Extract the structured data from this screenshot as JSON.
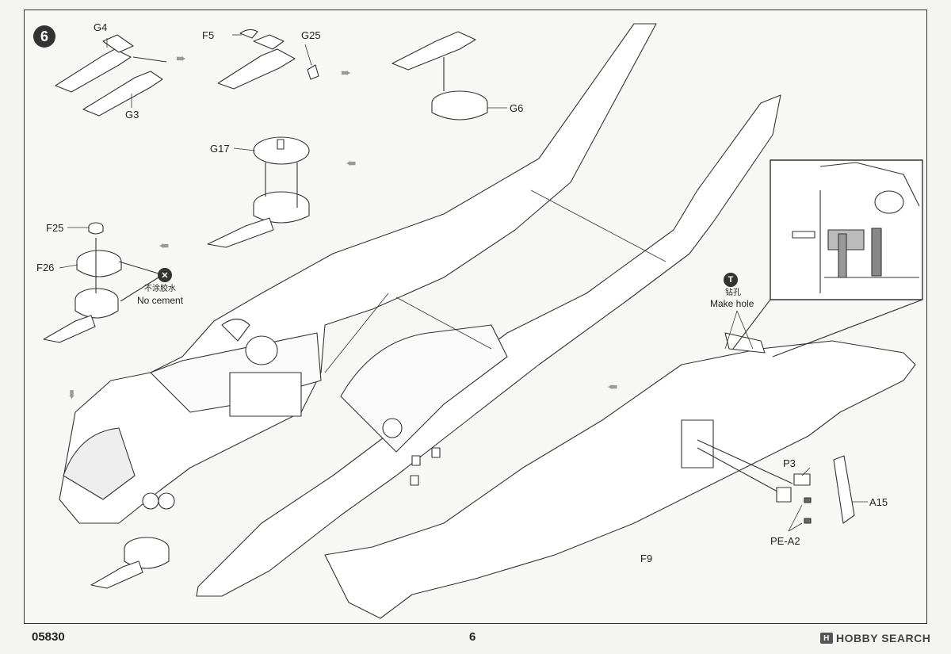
{
  "step_number": "6",
  "parts": {
    "g4": "G4",
    "g3": "G3",
    "f5": "F5",
    "g25": "G25",
    "g6": "G6",
    "g17": "G17",
    "f25": "F25",
    "f26": "F26",
    "p3": "P3",
    "a15": "A15",
    "pe_a2": "PE-A2",
    "f9": "F9"
  },
  "notes": {
    "no_cement_cn": "不涂胶水",
    "no_cement_en": "No cement",
    "make_hole_cn": "钻孔",
    "make_hole_en": "Make hole"
  },
  "footer": {
    "product_code": "05830",
    "page_number": "6",
    "brand": "HOBBY SEARCH"
  },
  "icons": {
    "no_cement": "no-cement-icon",
    "make_hole": "drill-icon",
    "arrow": "direction-arrow-icon"
  }
}
